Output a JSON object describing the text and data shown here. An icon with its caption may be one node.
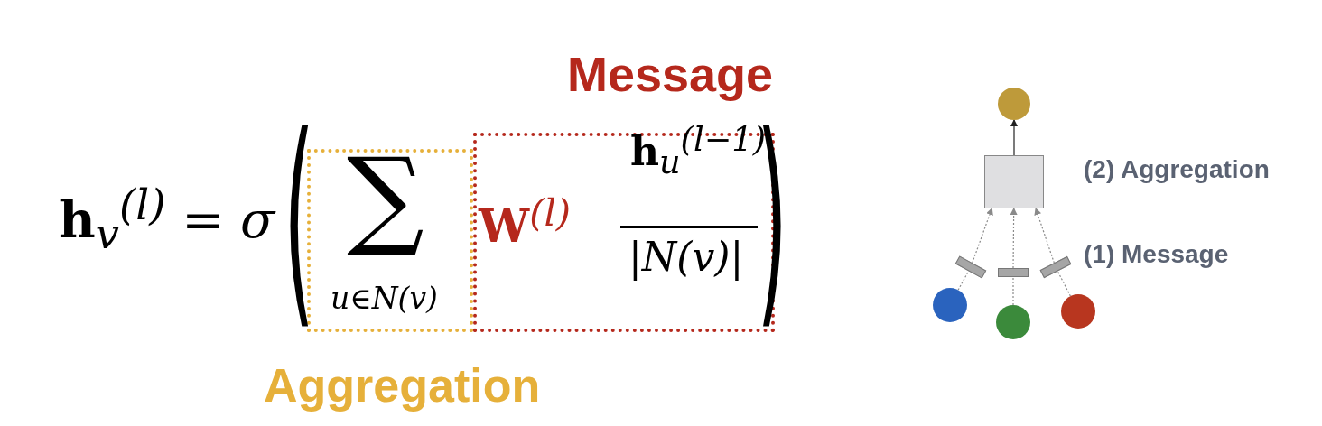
{
  "diagram": {
    "nodes": [
      {
        "text": [
          "∑",
          "u∈N(v)",
          "Aggregation"
        ]
      },
      {
        "text": [
          "Message",
          "**W**$^{(l)}$",
          "**h**$_{u}$$^{(l−1)}$",
          "|N(v)|"
        ]
      },
      {
        "text": [],
        "shape": "circle"
      },
      {
        "text": [],
        "shape": "box"
      },
      {
        "text": [],
        "shape": "bar"
      },
      {
        "text": [],
        "shape": "bar"
      },
      {
        "text": [],
        "shape": "bar"
      },
      {
        "text": [],
        "shape": "circle"
      },
      {
        "text": [],
        "shape": "circle"
      },
      {
        "text": [],
        "shape": "circle"
      }
    ],
    "edges": [
      {
        "from": 3,
        "to": 2,
        "arrow": "to",
        "color": "#222222"
      },
      {
        "from": 7,
        "to": 4,
        "arrow": "none",
        "style": "dashed"
      },
      {
        "from": 4,
        "to": 3,
        "arrow": "to",
        "style": "dashed"
      },
      {
        "from": 8,
        "to": 5,
        "arrow": "none",
        "style": "dashed"
      },
      {
        "from": 5,
        "to": 3,
        "arrow": "to",
        "style": "dashed"
      },
      {
        "from": 9,
        "to": 6,
        "arrow": "none",
        "style": "dashed"
      },
      {
        "from": 6,
        "to": 3,
        "arrow": "to",
        "style": "dashed"
      }
    ],
    "labels": [
      "**h**$_{v}$$^{(l)}$ = σ",
      "(",
      ")",
      "(2) Aggregation",
      "(1) Message"
    ]
  }
}
